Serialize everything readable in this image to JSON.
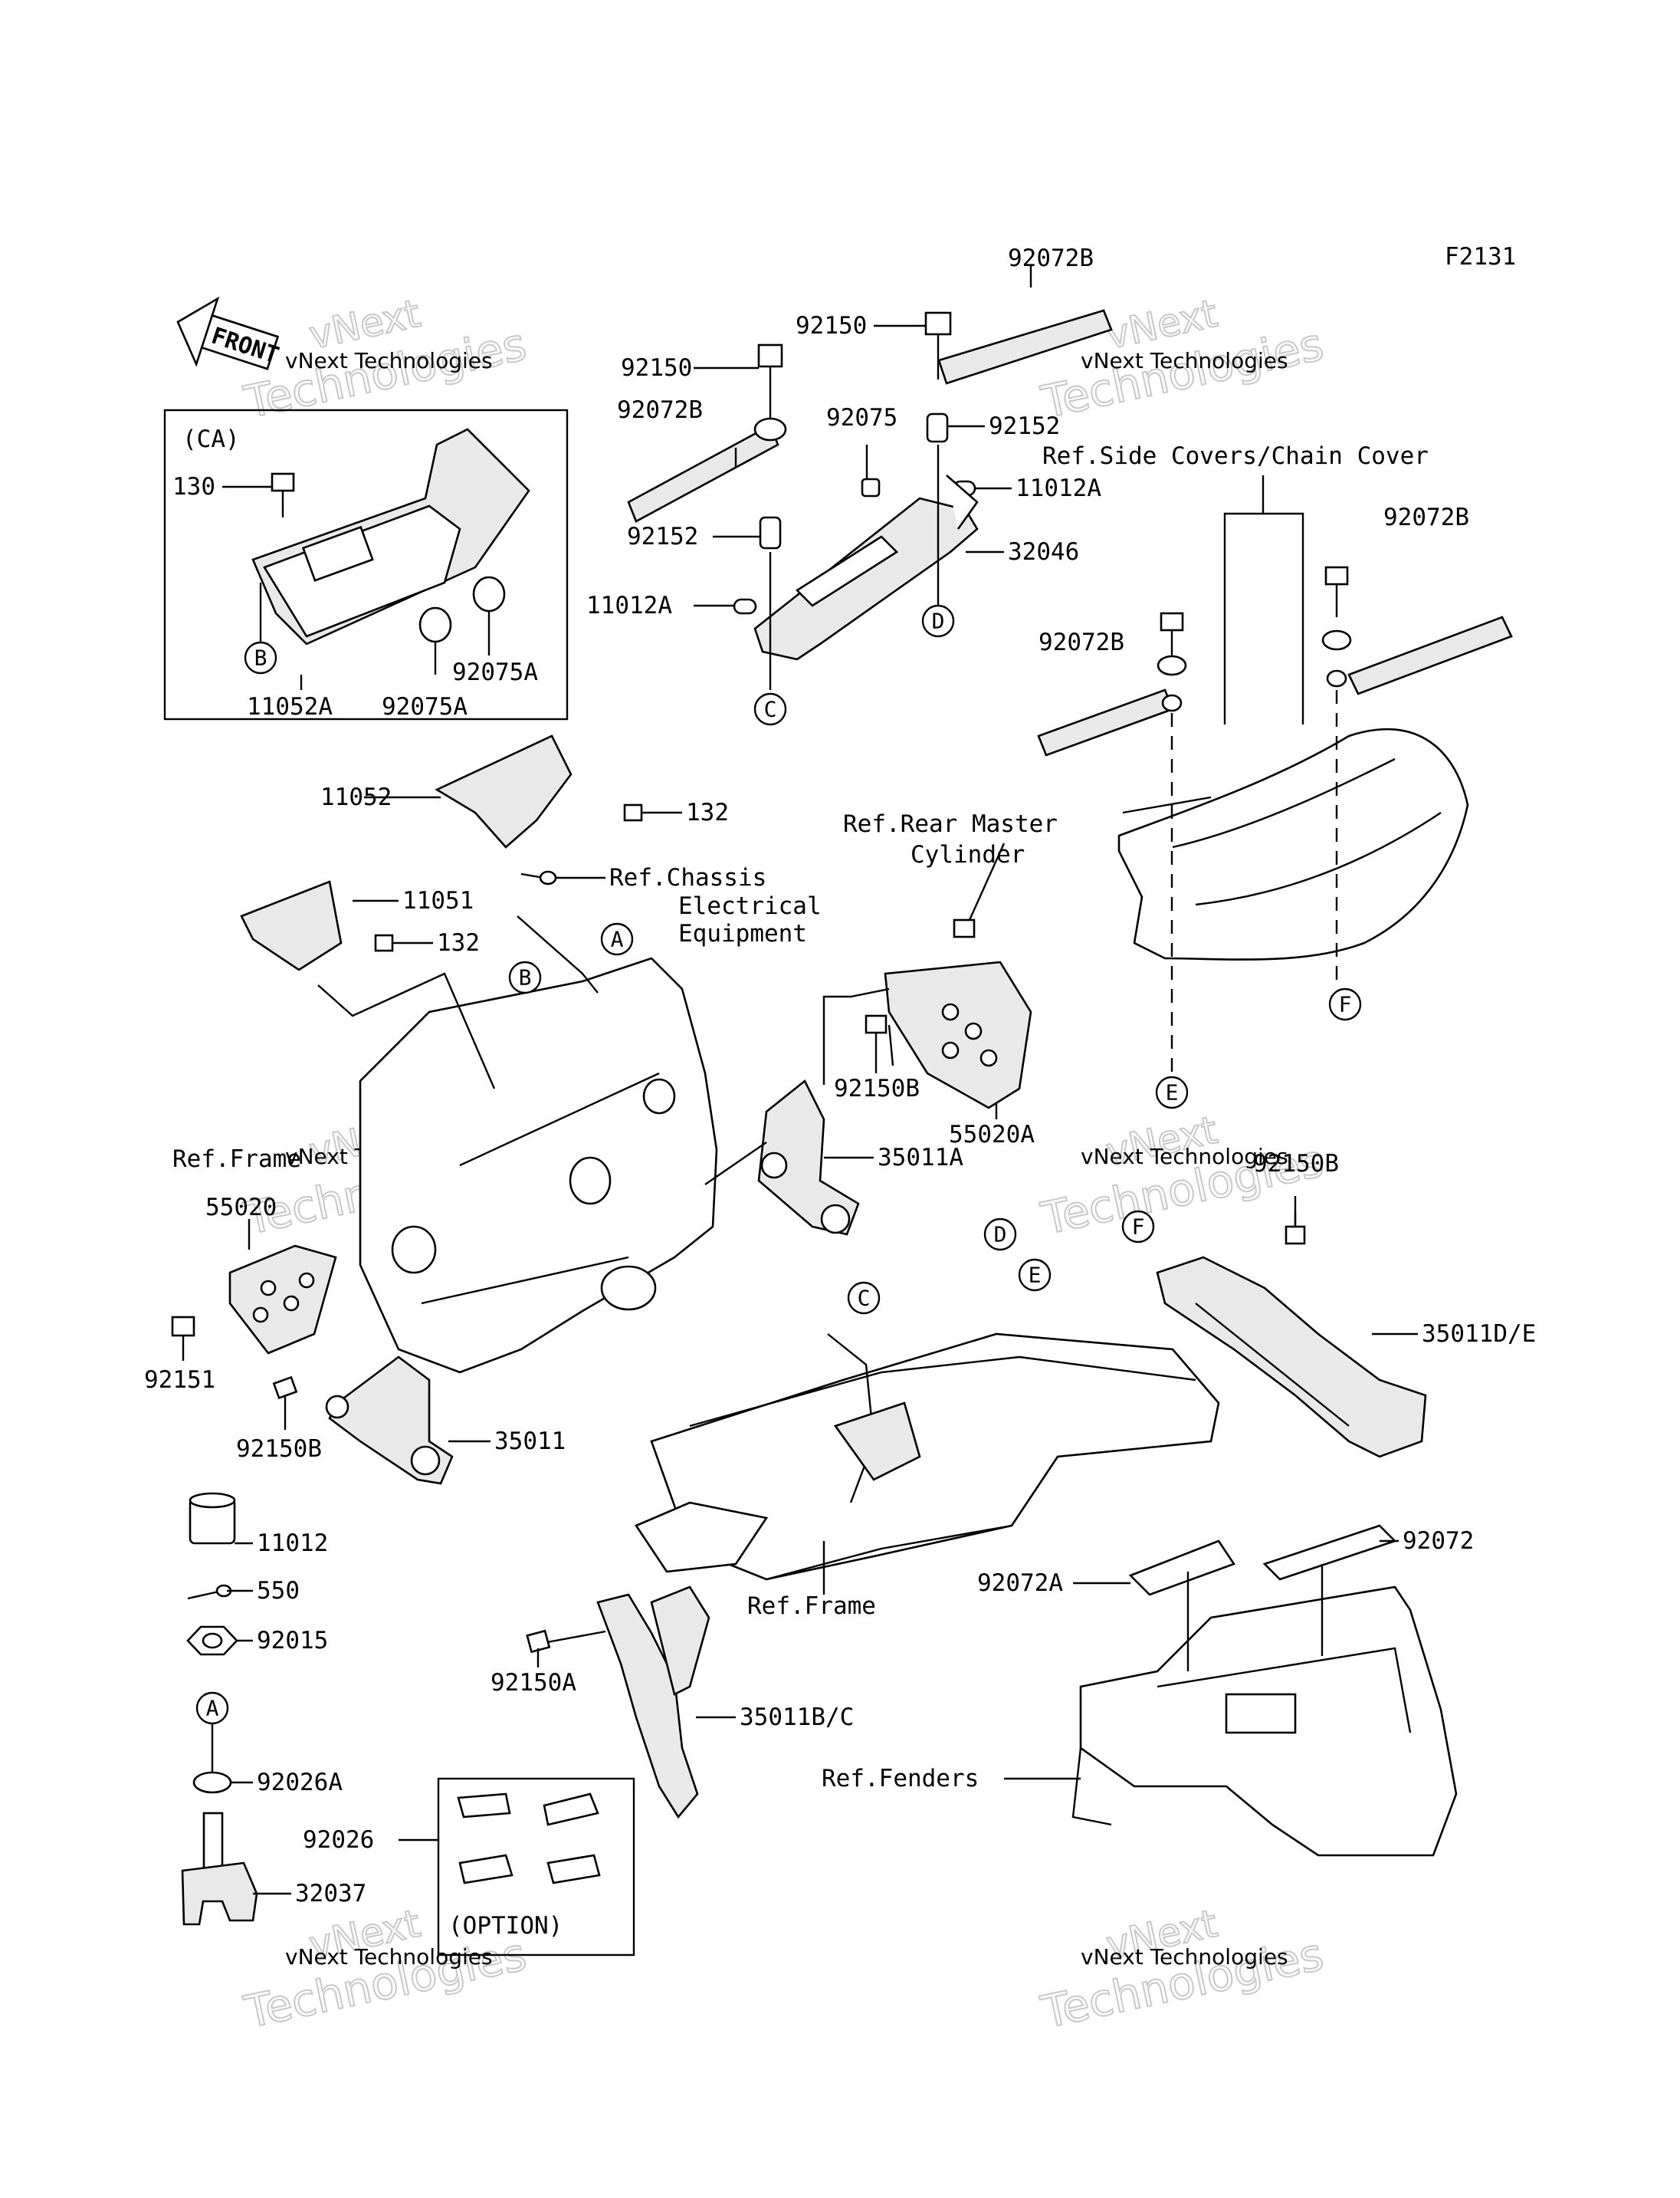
{
  "figure_code": "F2131",
  "front_label": "FRONT",
  "watermark": {
    "company": "vNext Technologies",
    "line1": "vNext",
    "line2": "Technologies"
  },
  "groups": {
    "ca_label": "(CA)",
    "option_label": "(OPTION)"
  },
  "parts": {
    "p92072B_top": "92072B",
    "p92150_top": "92150",
    "p92150_left": "92150",
    "p92072B_left": "92072B",
    "p92075": "92075",
    "p92152_top": "92152",
    "p11012A_top": "11012A",
    "p92152_left": "92152",
    "p32046": "32046",
    "p11012A_left": "11012A",
    "p130": "130",
    "p11052A": "11052A",
    "p92075A_1": "92075A",
    "p92075A_2": "92075A",
    "p92072B_right": "92072B",
    "p92072B_mid": "92072B",
    "p11052": "11052",
    "p132_a": "132",
    "p11051": "11051",
    "p132_b": "132",
    "p92150B_a": "92150B",
    "p55020A": "55020A",
    "p35011A": "35011A",
    "p92150B_right": "92150B",
    "p55020": "55020",
    "p35011DE": "35011D/E",
    "p92151": "92151",
    "p92150B_b": "92150B",
    "p35011": "35011",
    "p11012": "11012",
    "p550": "550",
    "p92015": "92015",
    "p92026A": "92026A",
    "p92026": "92026",
    "p32037": "32037",
    "p92072A": "92072A",
    "p92072": "92072",
    "p92150A": "92150A",
    "p35011BC": "35011B/C"
  },
  "refs": {
    "side_covers": "Ref.Side Covers/Chain Cover",
    "rear_master_1": "Ref.Rear Master",
    "rear_master_2": "Cylinder",
    "chassis_1": "Ref.Chassis",
    "chassis_2": "Electrical",
    "chassis_3": "Equipment",
    "frame_left": "Ref.Frame",
    "frame_center": "Ref.Frame",
    "fenders": "Ref.Fenders"
  },
  "callouts": {
    "A_top": "A",
    "A_left": "A",
    "B_ca": "B",
    "B_frame": "B",
    "C_top": "C",
    "C_frame": "C",
    "D_top": "D",
    "D_frame": "D",
    "E_cover": "E",
    "E_frame": "E",
    "F_cover": "F",
    "F_frame": "F"
  }
}
